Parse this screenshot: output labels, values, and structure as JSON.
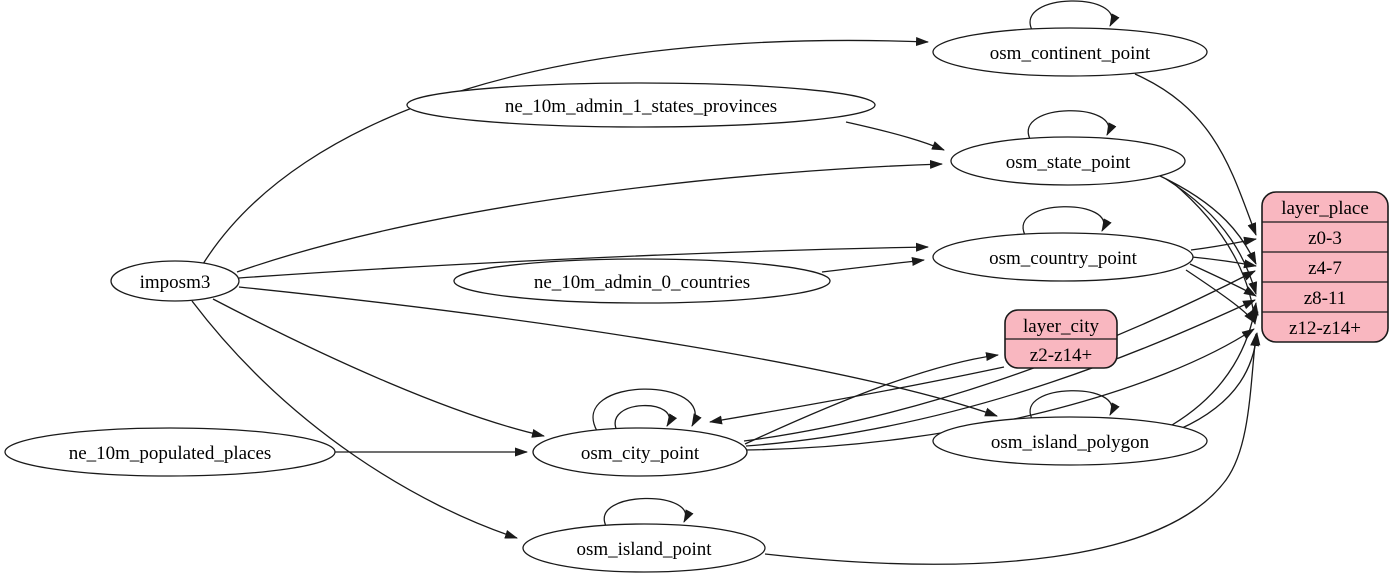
{
  "diagram": {
    "kind": "etl-dependency-graph",
    "colors": {
      "background": "#ffffff",
      "node_fill": "#ffffff",
      "node_stroke": "#1a1a1a",
      "edge": "#1a1a1a",
      "record_fill": "#f9b7c0",
      "record_stroke": "#1a1a1a"
    }
  },
  "nodes": {
    "imposm3": {
      "label": "imposm3"
    },
    "ne_10m_admin_1_states_provinces": {
      "label": "ne_10m_admin_1_states_provinces"
    },
    "ne_10m_admin_0_countries": {
      "label": "ne_10m_admin_0_countries"
    },
    "ne_10m_populated_places": {
      "label": "ne_10m_populated_places"
    },
    "osm_continent_point": {
      "label": "osm_continent_point"
    },
    "osm_state_point": {
      "label": "osm_state_point"
    },
    "osm_country_point": {
      "label": "osm_country_point"
    },
    "osm_city_point": {
      "label": "osm_city_point"
    },
    "osm_island_polygon": {
      "label": "osm_island_polygon"
    },
    "osm_island_point": {
      "label": "osm_island_point"
    }
  },
  "records": {
    "layer_city": {
      "title": "layer_city",
      "rows": [
        "z2-z14+"
      ]
    },
    "layer_place": {
      "title": "layer_place",
      "rows": [
        "z0-3",
        "z4-7",
        "z8-11",
        "z12-z14+"
      ]
    }
  },
  "edges": [
    {
      "from": "imposm3",
      "to": "osm_continent_point"
    },
    {
      "from": "imposm3",
      "to": "osm_state_point"
    },
    {
      "from": "imposm3",
      "to": "osm_country_point"
    },
    {
      "from": "imposm3",
      "to": "osm_city_point"
    },
    {
      "from": "imposm3",
      "to": "osm_island_polygon"
    },
    {
      "from": "imposm3",
      "to": "osm_island_point"
    },
    {
      "from": "ne_10m_admin_1_states_provinces",
      "to": "osm_state_point"
    },
    {
      "from": "ne_10m_admin_0_countries",
      "to": "osm_country_point"
    },
    {
      "from": "ne_10m_populated_places",
      "to": "osm_city_point"
    },
    {
      "from": "osm_continent_point",
      "to": "osm_continent_point",
      "self_loop": true
    },
    {
      "from": "osm_state_point",
      "to": "osm_state_point",
      "self_loop": true
    },
    {
      "from": "osm_country_point",
      "to": "osm_country_point",
      "self_loop": true
    },
    {
      "from": "osm_city_point",
      "to": "osm_city_point",
      "self_loop": true
    },
    {
      "from": "osm_city_point",
      "to": "osm_city_point",
      "self_loop": true
    },
    {
      "from": "osm_island_polygon",
      "to": "osm_island_polygon",
      "self_loop": true
    },
    {
      "from": "osm_island_point",
      "to": "osm_island_point",
      "self_loop": true
    },
    {
      "from": "osm_city_point",
      "to": "layer_city:z2-z14+"
    },
    {
      "from": "layer_city",
      "to": "osm_city_point"
    },
    {
      "from": "osm_continent_point",
      "to": "layer_place:z0-3"
    },
    {
      "from": "osm_country_point",
      "to": "layer_place:z0-3"
    },
    {
      "from": "osm_country_point",
      "to": "layer_place:z4-7"
    },
    {
      "from": "osm_country_point",
      "to": "layer_place:z8-11"
    },
    {
      "from": "osm_country_point",
      "to": "layer_place:z12-z14+"
    },
    {
      "from": "osm_state_point",
      "to": "layer_place:z4-7"
    },
    {
      "from": "osm_state_point",
      "to": "layer_place:z8-11"
    },
    {
      "from": "osm_state_point",
      "to": "layer_place:z12-z14+"
    },
    {
      "from": "osm_city_point",
      "to": "layer_place:z4-7"
    },
    {
      "from": "osm_city_point",
      "to": "layer_place:z8-11"
    },
    {
      "from": "osm_city_point",
      "to": "layer_place:z12-z14+"
    },
    {
      "from": "osm_island_polygon",
      "to": "layer_place:z8-11"
    },
    {
      "from": "osm_island_polygon",
      "to": "layer_place:z12-z14+"
    },
    {
      "from": "osm_island_point",
      "to": "layer_place:z12-z14+"
    }
  ]
}
